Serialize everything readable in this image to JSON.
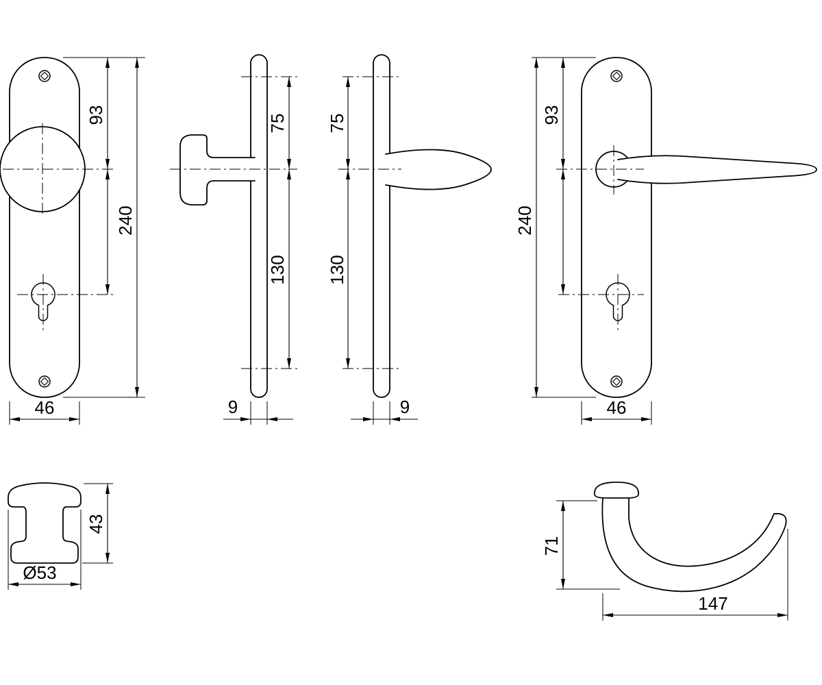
{
  "drawing": {
    "type": "technical-dimension-drawing",
    "subject": "door handle backplate set (knob and lever) with euro profile cylinder cutouts",
    "colors": {
      "line": "#000000",
      "background": "#ffffff"
    },
    "views": {
      "knob_front": {
        "dim_top_to_knob": "93",
        "dim_height": "240",
        "dim_width": "46"
      },
      "knob_side": {
        "dim_upper": "75",
        "dim_lower": "130",
        "dim_thickness": "9"
      },
      "lever_side": {
        "dim_upper": "75",
        "dim_lower": "130",
        "dim_thickness": "9"
      },
      "lever_front": {
        "dim_top_to_lever": "93",
        "dim_height": "240",
        "dim_width": "46"
      },
      "knob_detail": {
        "dim_height": "43",
        "dim_diameter": "Ø53"
      },
      "lever_detail": {
        "dim_height": "71",
        "dim_length": "147"
      }
    }
  }
}
